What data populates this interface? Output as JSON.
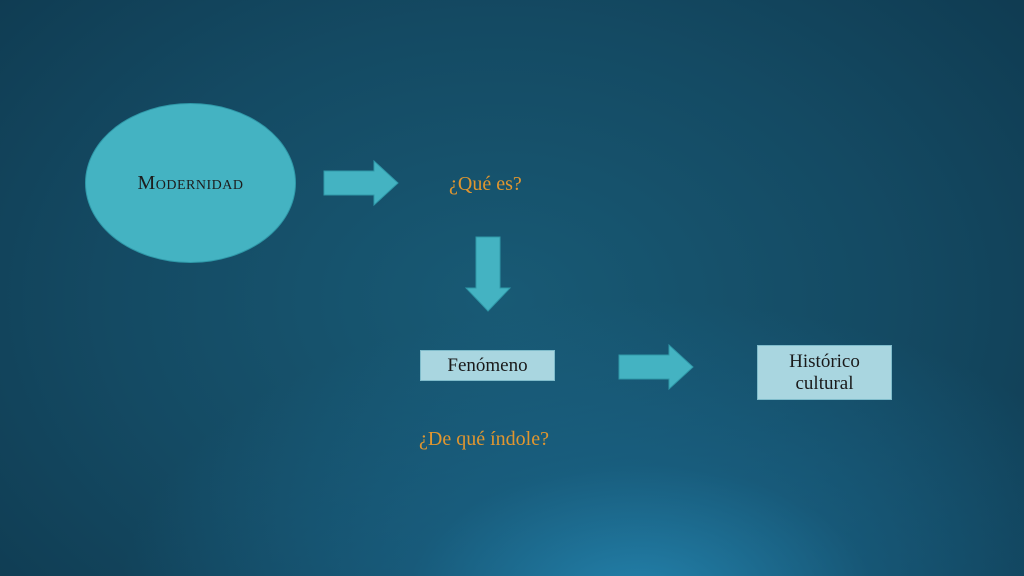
{
  "nodes": {
    "modernidad": "Modernidad",
    "que_es": "¿Qué es?",
    "fenomeno": "Fenómeno",
    "historico_line1": "Histórico",
    "historico_line2": "cultural",
    "de_que_indole": "¿De qué índole?"
  },
  "colors": {
    "ellipse_fill": "#44b3c2",
    "arrow_fill": "#44b3c2",
    "box_fill": "#a9d6e0",
    "question_text": "#e0962f",
    "background": "#124761"
  },
  "icons": {
    "arrow_right": "arrow-right-icon",
    "arrow_down": "arrow-down-icon"
  }
}
